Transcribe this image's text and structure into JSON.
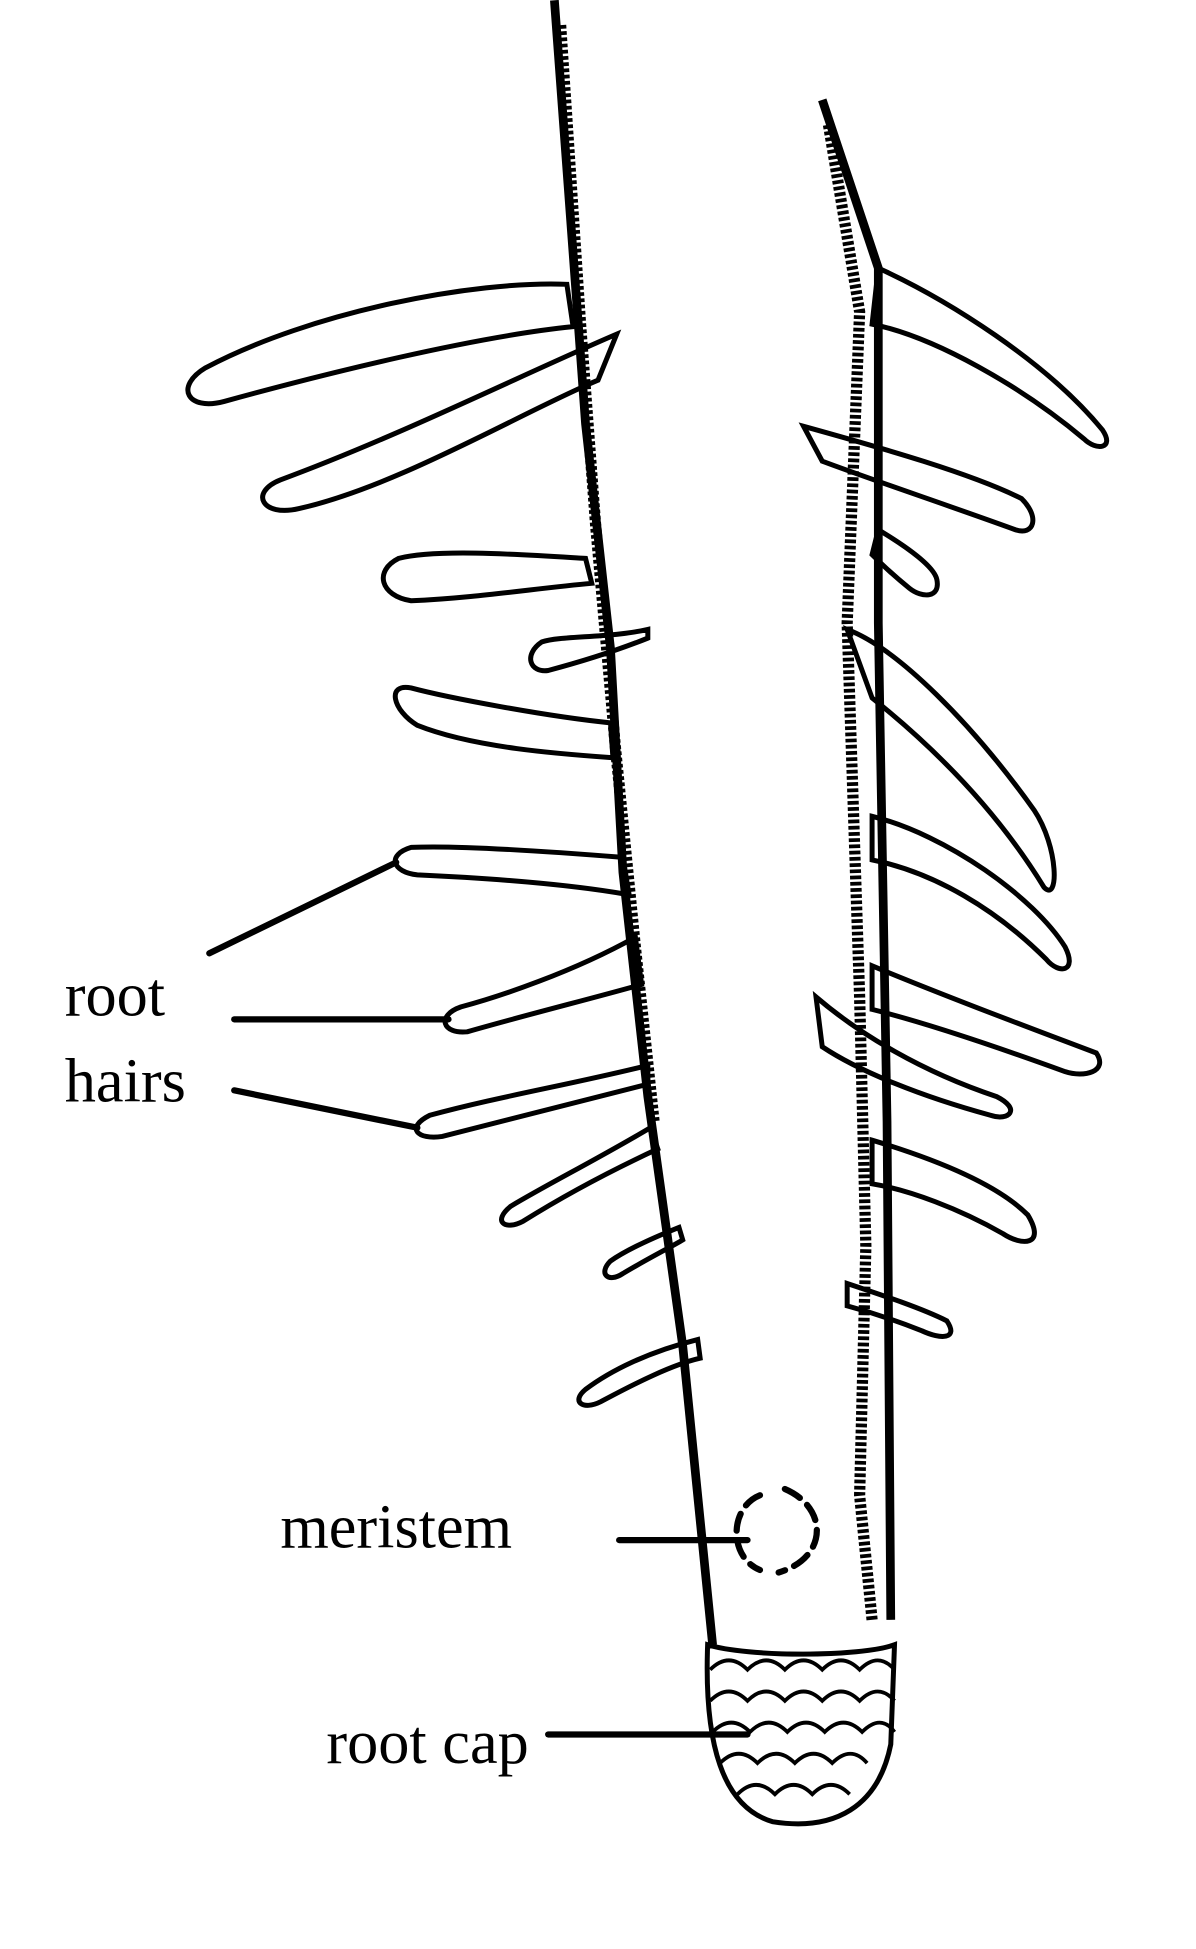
{
  "labels": {
    "root_hairs_line1": "root",
    "root_hairs_line2": "hairs",
    "meristem": "meristem",
    "root_cap": "root cap"
  }
}
